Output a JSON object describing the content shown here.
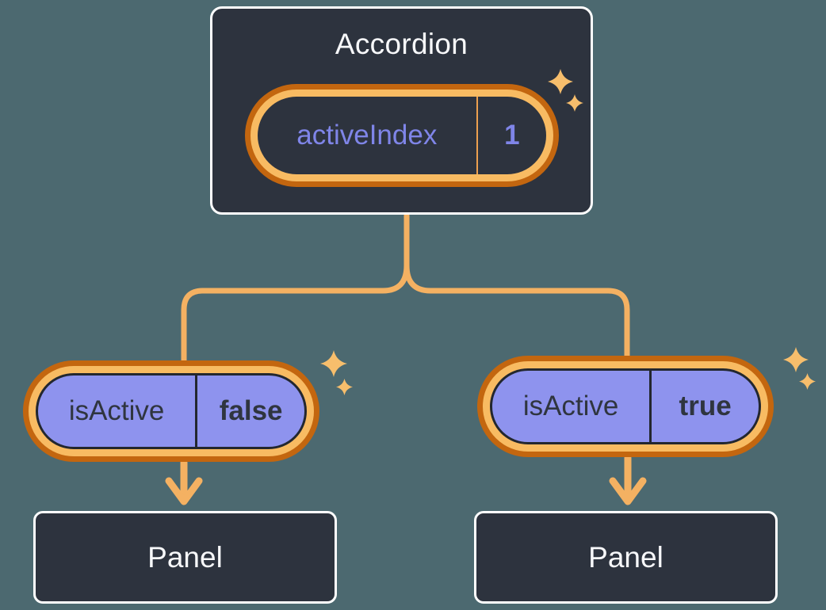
{
  "root_node": {
    "title": "Accordion",
    "pill": {
      "label": "activeIndex",
      "value": "1"
    }
  },
  "branches": [
    {
      "pill": {
        "label": "isActive",
        "value": "false"
      },
      "node": {
        "title": "Panel"
      }
    },
    {
      "pill": {
        "label": "isActive",
        "value": "true"
      },
      "node": {
        "title": "Panel"
      }
    }
  ],
  "colors": {
    "background": "#4C6970",
    "node_fill": "#2D333E",
    "node_border": "#FFFFFF",
    "title_text": "#F7F8FA",
    "ring_outer": "#C3660F",
    "ring_inner": "#F8BB62",
    "state_text": "#7F85E8",
    "state_divider": "#EDA04F",
    "prop_fill": "#8E93EE",
    "prop_text": "#2F353F",
    "prop_border": "#23272F",
    "connector": "#F4B162",
    "sparkle": "#F7BE6C"
  }
}
